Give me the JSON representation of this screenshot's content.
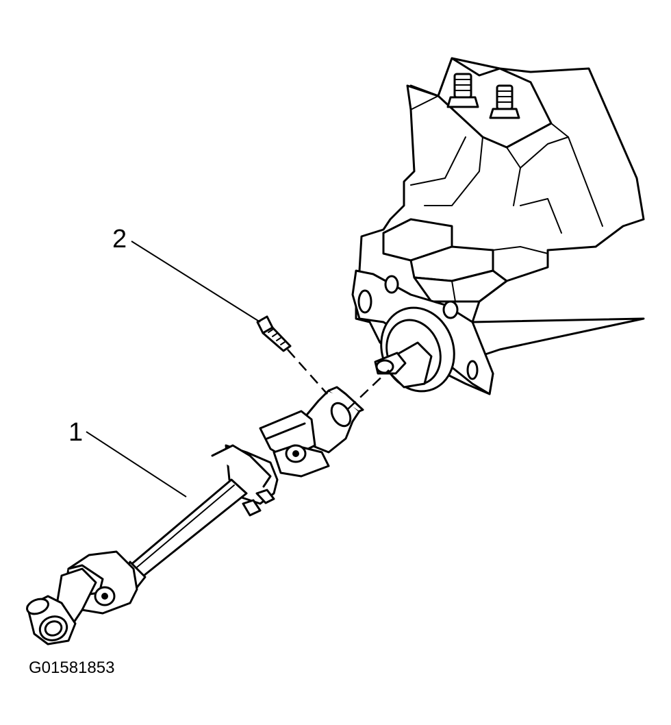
{
  "diagram": {
    "callouts": [
      {
        "id": "1",
        "label": "1"
      },
      {
        "id": "2",
        "label": "2"
      }
    ],
    "figure_id": "G01581853"
  }
}
